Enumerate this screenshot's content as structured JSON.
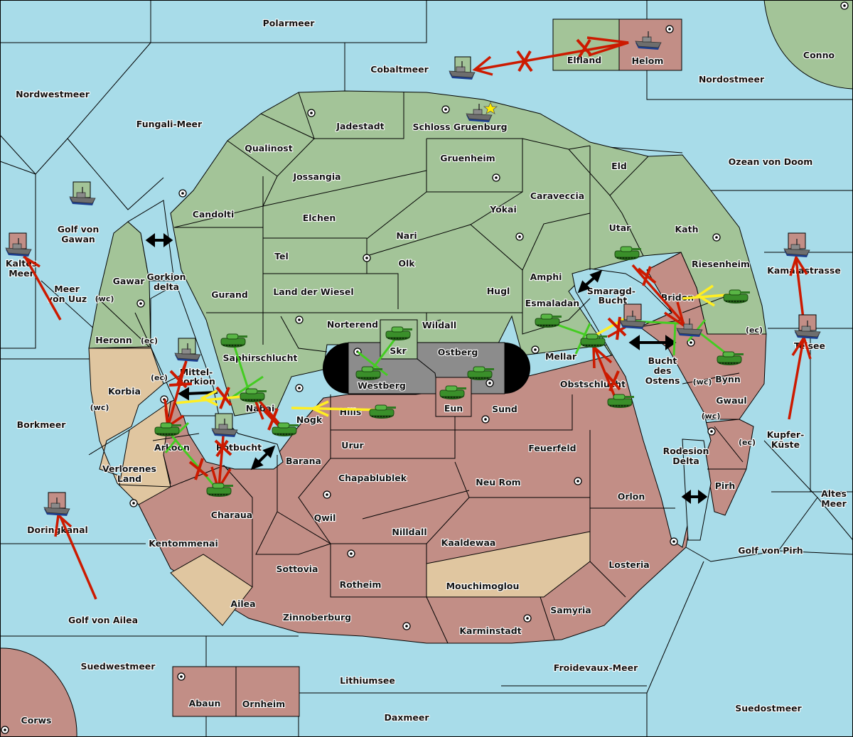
{
  "colors": {
    "sea": "#a8dce9",
    "power_green": "#a3c498",
    "power_red": "#c28e86",
    "neutral_tan": "#e0c6a0",
    "impassable": "#8c8c8c",
    "order_move_failed": "#cc1a00",
    "order_support": "#44cc22",
    "order_convoy_support": "#ffee22",
    "star": "#ffee00"
  },
  "seas": [
    {
      "name": "Polarmeer"
    },
    {
      "name": "Cobaltmeer"
    },
    {
      "name": "Nordwestmeer"
    },
    {
      "name": "Fungali-Meer"
    },
    {
      "name": "Nordostmeer"
    },
    {
      "name": "Ozean von Doom"
    },
    {
      "name": "Golf von Gawan"
    },
    {
      "name": "Kaltes Meer"
    },
    {
      "name": "Meer von Uuz"
    },
    {
      "name": "Gorkion delta"
    },
    {
      "name": "Mittel-gorkion"
    },
    {
      "name": "Rotbucht"
    },
    {
      "name": "Borkmeer"
    },
    {
      "name": "Doringkanal"
    },
    {
      "name": "Golf von Ailea"
    },
    {
      "name": "Suedwestmeer"
    },
    {
      "name": "Lithiumsee"
    },
    {
      "name": "Daxmeer"
    },
    {
      "name": "Froidevaux-Meer"
    },
    {
      "name": "Suedostmeer"
    },
    {
      "name": "Golf von Pirh"
    },
    {
      "name": "Altes Meer"
    },
    {
      "name": "Kupfer-Küste"
    },
    {
      "name": "Teisee"
    },
    {
      "name": "Kamalastrasse"
    },
    {
      "name": "Smaragd-Bucht"
    },
    {
      "name": "Bucht des Ostens"
    },
    {
      "name": "Rodesion Delta"
    }
  ],
  "labels": {
    "polarmeer": "Polarmeer",
    "cobaltmeer": "Cobaltmeer",
    "nordwestmeer": "Nordwestmeer",
    "fungali": "Fungali-Meer",
    "nordostmeer": "Nordostmeer",
    "ozean": "Ozean von Doom",
    "gawan1": "Golf von",
    "gawan2": "Gawan",
    "kaltes1": "Kaltes",
    "kaltes2": "Meer",
    "uuz1": "Meer",
    "uuz2": "von Uuz",
    "gorkdelta1": "Gorkion",
    "gorkdelta2": "delta",
    "mittel1": "Mittel-",
    "mittel2": "gorkion",
    "rotbucht": "Rotbucht",
    "borkmeer": "Borkmeer",
    "doringkanal": "Doringkanal",
    "ailea_golf": "Golf von Ailea",
    "suedwestmeer": "Suedwestmeer",
    "lithiumsee": "Lithiumsee",
    "daxmeer": "Daxmeer",
    "froidevaux": "Froidevaux-Meer",
    "suedostmeer": "Suedostmeer",
    "pirh_golf": "Golf von Pirh",
    "altes1": "Altes",
    "altes2": "Meer",
    "kupfer1": "Kupfer-",
    "kupfer2": "Küste",
    "teisee": "Teisee",
    "kamala": "Kamalastrasse",
    "smaragd1": "Smaragd-",
    "smaragd2": "Bucht",
    "bucht1": "Bucht",
    "bucht2": "des",
    "bucht3": "Ostens",
    "rodesion1": "Rodesion",
    "rodesion2": "Delta",
    "elfland": "Elfland",
    "helom": "Helom",
    "conno": "Conno",
    "jadestadt": "Jadestadt",
    "schloss": "Schloss Gruenburg",
    "qualinost": "Qualinost",
    "jossangia": "Jossangia",
    "gruenheim": "Gruenheim",
    "eld": "Eld",
    "candolti": "Candolti",
    "caraveccia": "Caraveccia",
    "elchen": "Elchen",
    "yokai": "Yokai",
    "nari": "Nari",
    "utar": "Utar",
    "kath": "Kath",
    "tel": "Tel",
    "olk": "Olk",
    "riesenheim": "Riesenheim",
    "amphi": "Amphi",
    "gawar": "Gawar",
    "gurand": "Gurand",
    "wiesel": "Land der Wiesel",
    "hugl": "Hugl",
    "bridon": "Bridon",
    "esmaladan": "Esmaladan",
    "norterend": "Norterend",
    "wildall": "Wildall",
    "heronn": "Heronn",
    "skr": "Skr",
    "ostberg": "Ostberg",
    "mellar": "Mellar",
    "saphir": "Saphirschlucht",
    "westberg": "Westberg",
    "obstschlucht": "Obstschlucht",
    "bynn": "Bynn",
    "korbia": "Korbia",
    "nabai": "Nabai",
    "eun": "Eun",
    "sund": "Sund",
    "hills": "Hills",
    "gwaul": "Gwaul",
    "nogk": "Nogk",
    "arkoon": "Arkoon",
    "urur": "Urur",
    "feuerfeld": "Feuerfeld",
    "barana": "Barana",
    "verlorenes1": "Verlorenes",
    "verlorenes2": "Land",
    "chapa": "Chapablublek",
    "neurom": "Neu Rom",
    "orlon": "Orlon",
    "pirh": "Pirh",
    "qwil": "Qwil",
    "charaua": "Charaua",
    "nilldall": "Nilldall",
    "kentommenai": "Kentommenai",
    "kaaldewaa": "Kaaldewaa",
    "losteria": "Losteria",
    "sottovia": "Sottovia",
    "rotheim": "Rotheim",
    "mouchimoglou": "Mouchimoglou",
    "ailea": "Ailea",
    "samyria": "Samyria",
    "zinnoberburg": "Zinnoberburg",
    "karminstadt": "Karminstadt",
    "abaun": "Abaun",
    "ornheim": "Ornheim",
    "corws": "Corws",
    "wc": "(wc)",
    "ec": "(ec)"
  },
  "units": [
    {
      "type": "fleet",
      "power": "green",
      "location": "Cobaltmeer"
    },
    {
      "type": "fleet",
      "power": "red",
      "location": "Helom"
    },
    {
      "type": "fleet",
      "power": "green",
      "location": "Schloss Gruenburg",
      "marker": "star"
    },
    {
      "type": "fleet",
      "power": "green",
      "location": "Golf von Gawan"
    },
    {
      "type": "fleet",
      "power": "red",
      "location": "Kaltes Meer"
    },
    {
      "type": "fleet",
      "power": "green",
      "location": "Mittel-gorkion"
    },
    {
      "type": "fleet",
      "power": "green",
      "location": "Rotbucht"
    },
    {
      "type": "fleet",
      "power": "red",
      "location": "Doringkanal"
    },
    {
      "type": "fleet",
      "power": "red",
      "location": "Smaragd-Bucht"
    },
    {
      "type": "fleet",
      "power": "green",
      "location": "Bridon"
    },
    {
      "type": "fleet",
      "power": "red",
      "location": "Kamalastrasse"
    },
    {
      "type": "fleet",
      "power": "red",
      "location": "Teisee"
    },
    {
      "type": "army",
      "power": "green",
      "location": "Saphirschlucht"
    },
    {
      "type": "army",
      "power": "green",
      "location": "Nabai"
    },
    {
      "type": "army",
      "power": "green",
      "location": "Nogk"
    },
    {
      "type": "army",
      "power": "green",
      "location": "Arkoon"
    },
    {
      "type": "army",
      "power": "green",
      "location": "Charaua"
    },
    {
      "type": "army",
      "power": "green",
      "location": "Skr"
    },
    {
      "type": "army",
      "power": "green",
      "location": "Westberg"
    },
    {
      "type": "army",
      "power": "green",
      "location": "Ostberg"
    },
    {
      "type": "army",
      "power": "green",
      "location": "Eun"
    },
    {
      "type": "army",
      "power": "green",
      "location": "Hills"
    },
    {
      "type": "army",
      "power": "green",
      "location": "Utar"
    },
    {
      "type": "army",
      "power": "green",
      "location": "Riesenheim"
    },
    {
      "type": "army",
      "power": "green",
      "location": "Esmaladan"
    },
    {
      "type": "army",
      "power": "green",
      "location": "Mellar"
    },
    {
      "type": "army",
      "power": "green",
      "location": "Obstschlucht"
    },
    {
      "type": "army",
      "power": "green",
      "location": "Bynn"
    }
  ]
}
